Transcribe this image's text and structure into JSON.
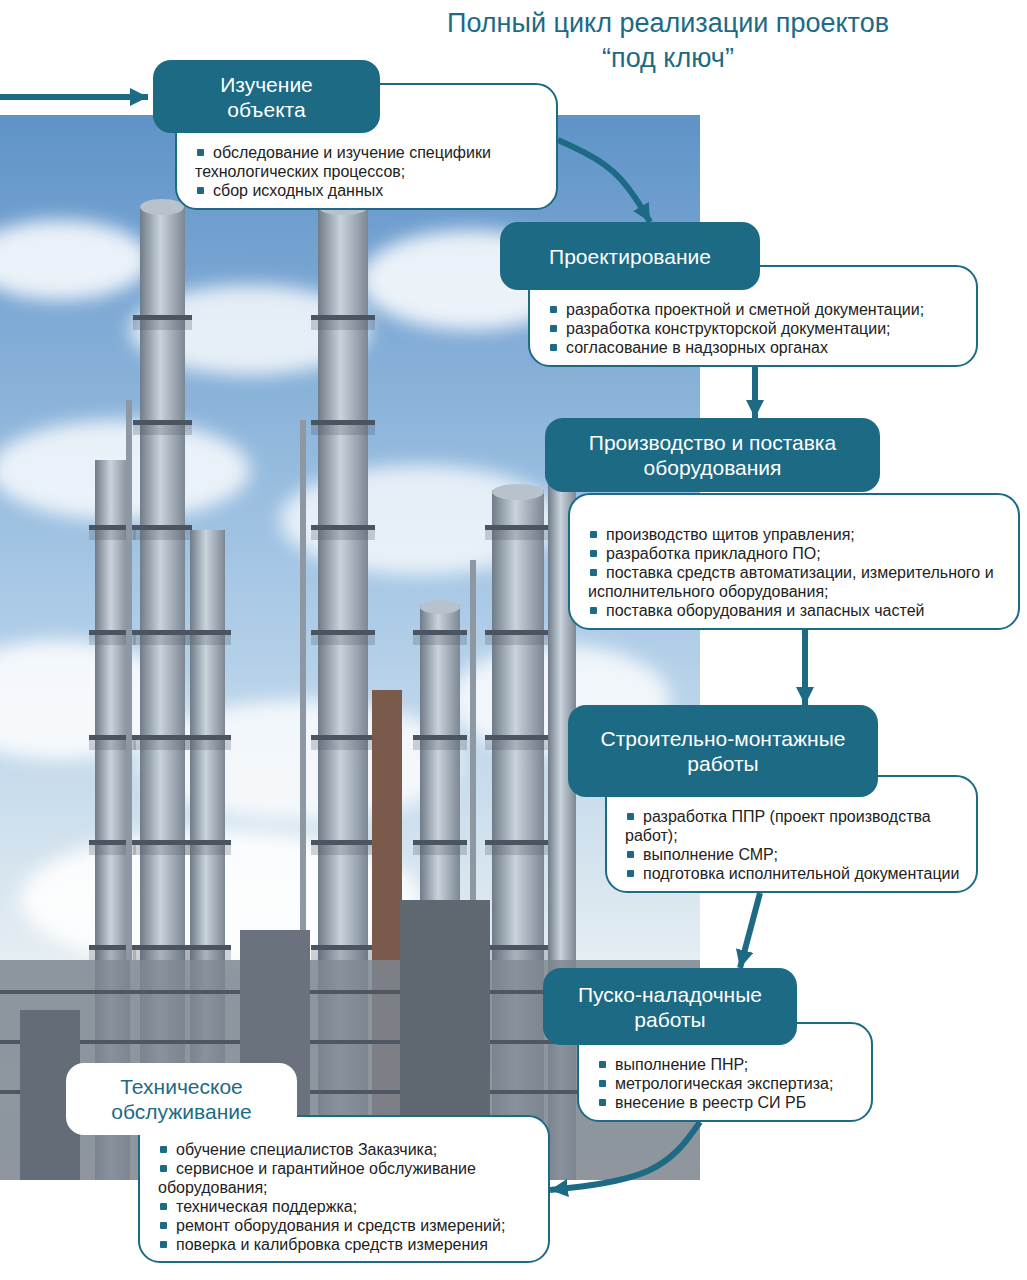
{
  "diagram": {
    "title": "Полный цикл реализации проектов “под ключ”",
    "nodes": [
      {
        "text": [
          "Изучение объекта",
          "обследование и изучение специфики технологических процессов;",
          "сбор исходных данных"
        ]
      },
      {
        "text": [
          "Проектирование",
          "разработка проектной и сметной документации;",
          "разработка конструкторской документации;",
          "согласование в надзорных органах"
        ]
      },
      {
        "text": [
          "Производство и поставка оборудования",
          "производство щитов управления;",
          "разработка прикладного ПО;",
          "поставка средств автоматизации, измерительного и исполнительного оборудования;",
          "поставка оборудования и запасных частей"
        ]
      },
      {
        "text": [
          "Строительно-монтажные работы",
          "разработка ППР (проект производства работ);",
          "выполнение СМР;",
          "подготовка исполнительной документации"
        ]
      },
      {
        "text": [
          "Пуско-наладочные работы",
          "выполнение ПНР;",
          "метрологическая экспертиза;",
          "внесение в реестр СИ РБ"
        ]
      },
      {
        "text": [
          "Техническое обслуживание",
          "обучение специалистов Заказчика;",
          "сервисное и гарантийное обслуживание оборудования;",
          "техническая поддержка;",
          "ремонт оборудования и средств измерений;",
          "поверка и калибровка средств измерения"
        ]
      }
    ],
    "edges": [
      {
        "from": 0,
        "to": 1,
        "arrow": "to"
      },
      {
        "from": 1,
        "to": 2,
        "arrow": "to"
      },
      {
        "from": 2,
        "to": 3,
        "arrow": "to"
      },
      {
        "from": 3,
        "to": 4,
        "arrow": "to"
      },
      {
        "from": 4,
        "to": 5,
        "arrow": "to"
      }
    ]
  }
}
